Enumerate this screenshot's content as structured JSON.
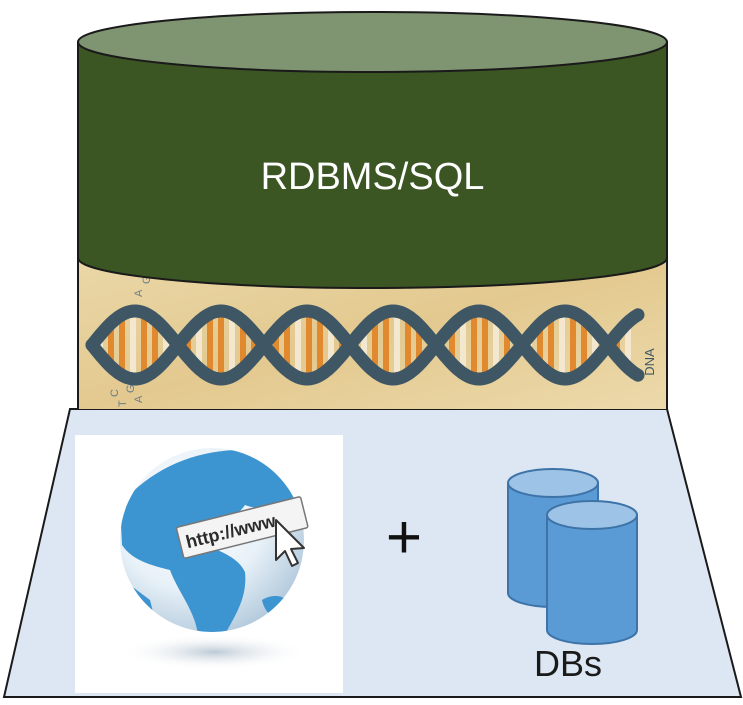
{
  "diagram": {
    "cylinder_label": "RDBMS/SQL",
    "dna_label": "DNA",
    "dna_bases": [
      "A",
      "G",
      "G",
      "T",
      "C",
      "T",
      "G",
      "A"
    ],
    "url_text": "http://www.",
    "plus_sign": "+",
    "dbs_label": "DBs"
  },
  "colors": {
    "cylinder_top": "#7f9471",
    "cylinder_body": "#3b5523",
    "cylinder_outline": "#1a1a1a",
    "parchment": "#e7cf9a",
    "dna_strand": "#3f5764",
    "dna_rung_orange": "#e0892e",
    "platform_fill": "#dce7f3",
    "globe_ocean": "#3c95d1",
    "db_cylinder": "#5b9bd5",
    "db_outline": "#3e73a8"
  }
}
